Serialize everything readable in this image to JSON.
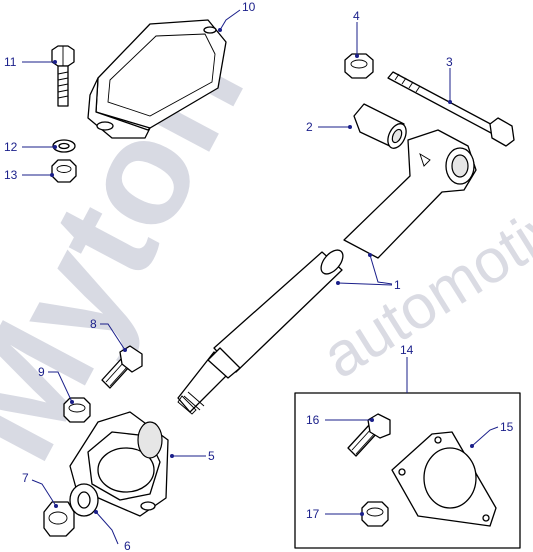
{
  "watermark": {
    "brand": "Myton",
    "sub": "automotive"
  },
  "callouts": [
    {
      "id": "c1",
      "text": "1"
    },
    {
      "id": "c2",
      "text": "2"
    },
    {
      "id": "c3",
      "text": "3"
    },
    {
      "id": "c4",
      "text": "4"
    },
    {
      "id": "c5",
      "text": "5"
    },
    {
      "id": "c6",
      "text": "6"
    },
    {
      "id": "c7",
      "text": "7"
    },
    {
      "id": "c8",
      "text": "8"
    },
    {
      "id": "c9",
      "text": "9"
    },
    {
      "id": "c10",
      "text": "10"
    },
    {
      "id": "c11",
      "text": "11"
    },
    {
      "id": "c12",
      "text": "12"
    },
    {
      "id": "c13",
      "text": "13"
    },
    {
      "id": "c14",
      "text": "14"
    },
    {
      "id": "c15",
      "text": "15"
    },
    {
      "id": "c16",
      "text": "16"
    },
    {
      "id": "c17",
      "text": "17"
    }
  ],
  "colors": {
    "callout": "#1a1f8a",
    "line": "#000000",
    "watermark": "#b9bccd"
  }
}
